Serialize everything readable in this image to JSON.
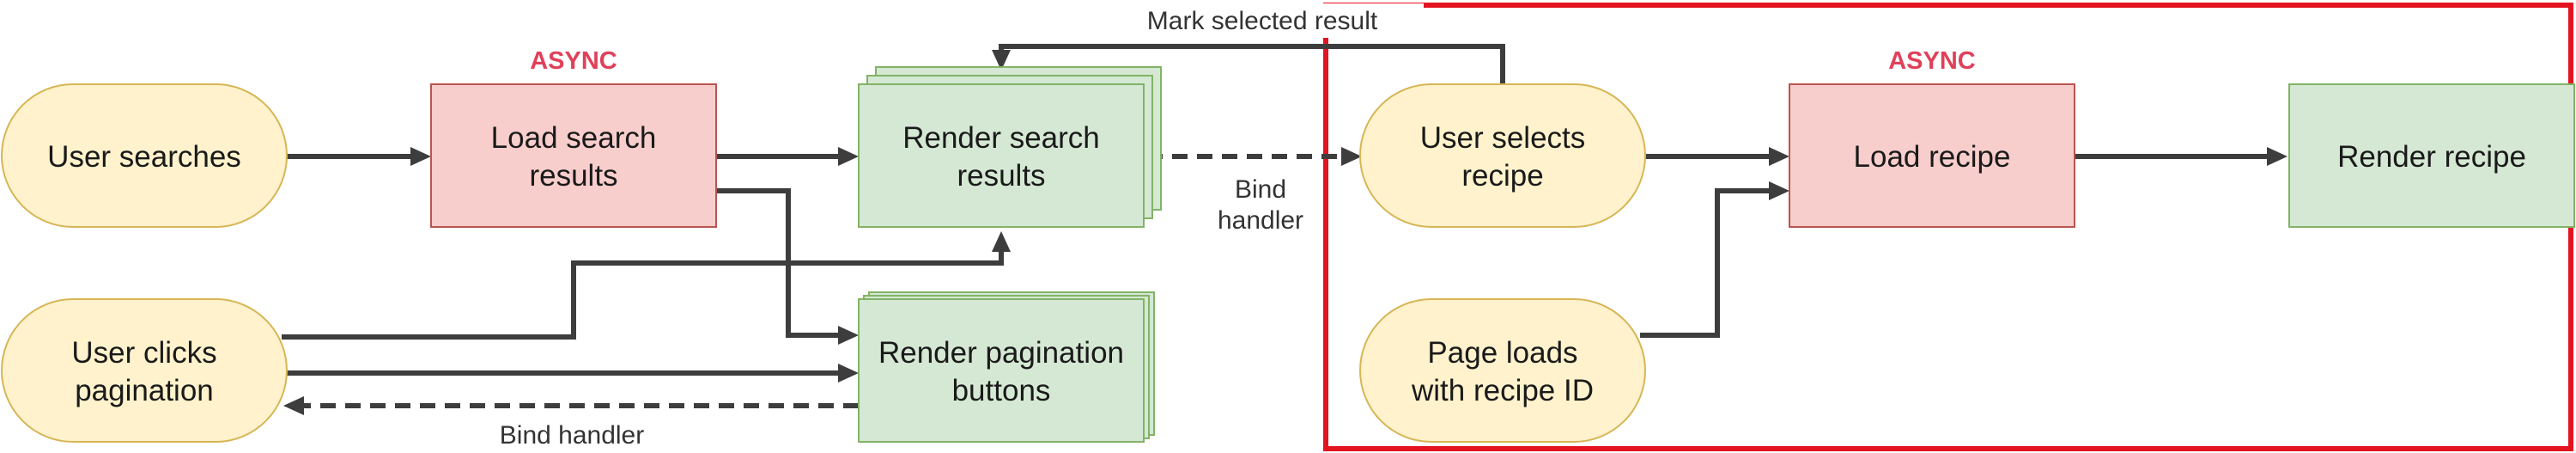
{
  "nodes": {
    "user_searches": "User searches",
    "load_search_results": [
      "Load search",
      "results"
    ],
    "render_search_results": [
      "Render search",
      "results"
    ],
    "user_clicks_pagination": [
      "User clicks",
      "pagination"
    ],
    "render_pagination_buttons": [
      "Render pagination",
      "buttons"
    ],
    "user_selects_recipe": [
      "User selects",
      "recipe"
    ],
    "page_loads": [
      "Page loads",
      "with recipe ID"
    ],
    "load_recipe": "Load recipe",
    "render_recipe": "Render recipe"
  },
  "badges": {
    "async_search": "ASYNC",
    "async_recipe": "ASYNC"
  },
  "edge_labels": {
    "mark_selected": "Mark selected result",
    "bind_handler_search": [
      "Bind",
      "handler"
    ],
    "bind_handler_pagination": "Bind handler"
  },
  "colors": {
    "event_fill": "#fff2cc",
    "event_stroke": "#d6b656",
    "async_fill": "#f8cecc",
    "async_stroke": "#b85450",
    "render_fill": "#d5e8d4",
    "render_stroke": "#82b366",
    "async_label": "#e0415a",
    "highlight_frame": "#e3141f",
    "edge": "#3d3d3d"
  }
}
